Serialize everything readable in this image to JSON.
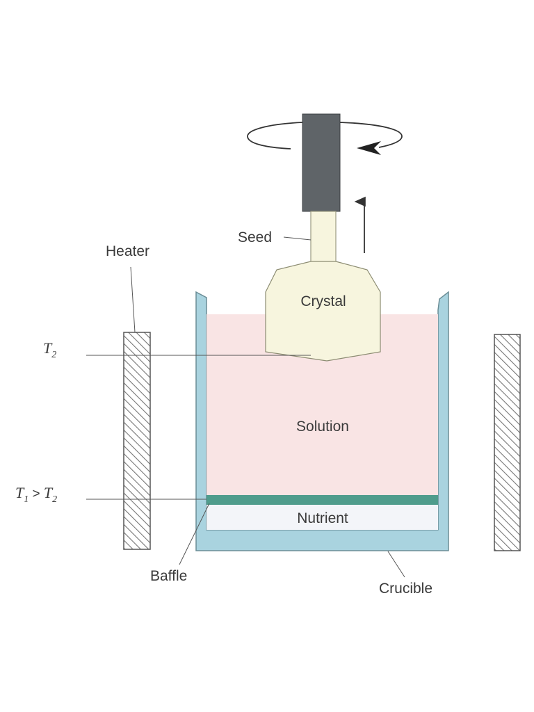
{
  "labels": {
    "seed": "Seed",
    "heater": "Heater",
    "crystal": "Crystal",
    "solution": "Solution",
    "nutrient": "Nutrient",
    "baffle": "Baffle",
    "crucible": "Crucible",
    "t2": {
      "symbol": "T",
      "subscript": "2"
    },
    "t1_gt_t2": {
      "symbol_a": "T",
      "subscript_a": "1",
      "operator": " > ",
      "symbol_b": "T",
      "subscript_b": "2"
    }
  },
  "colors": {
    "solution_fill": "#f9e4e4",
    "crystal_fill": "#f7f5de",
    "nutrient_fill": "#f3f5f9",
    "crucible_fill": "#a9d3df",
    "baffle_fill": "#4f9c8c",
    "seed_holder_fill": "#5f6468",
    "heater_hatch": "#777777",
    "line_color": "#444444"
  }
}
